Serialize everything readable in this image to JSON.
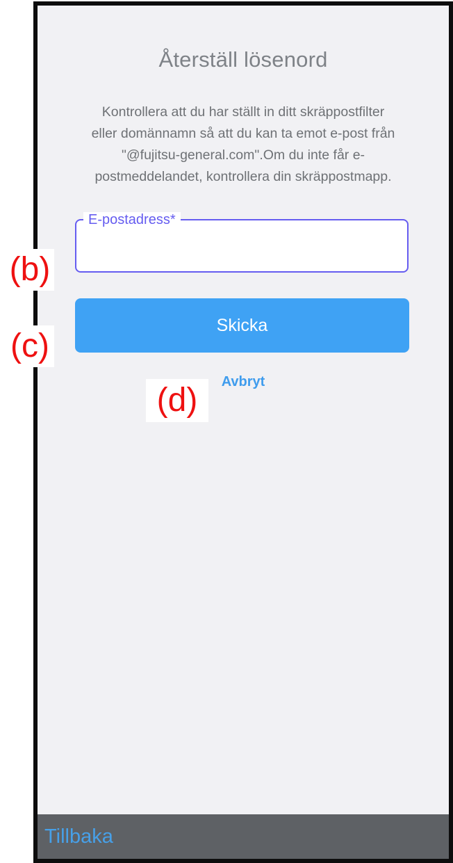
{
  "screen": {
    "title": "Återställ lösenord",
    "description_lines": [
      "Kontrollera att du har ställt in ditt skräppostfilter",
      "eller domännamn så att du kan ta emot e-post från",
      "\"@fujitsu-general.com\".Om du inte får e-",
      "postmeddelandet, kontrollera din skräppostmapp."
    ],
    "email_field": {
      "label": "E-postadress*",
      "value": ""
    },
    "submit_label": "Skicka",
    "cancel_label": "Avbryt",
    "back_label": "Tillbaka"
  },
  "annotations": [
    {
      "id": "b",
      "label": "(b)"
    },
    {
      "id": "c",
      "label": "(c)"
    },
    {
      "id": "d",
      "label": "(d)"
    }
  ],
  "colors": {
    "accent_purple": "#655cf0",
    "button_blue": "#3fa2f4",
    "cancel_link_blue": "#3f9ced",
    "back_bar_bg": "#5e6165",
    "back_link_blue": "#47a0e8",
    "annotation_red": "#ee1111",
    "title_gray": "#7e8287",
    "body_gray": "#6e7175",
    "screen_bg": "#f1f1f4",
    "frame_black": "#0d0d0d"
  }
}
